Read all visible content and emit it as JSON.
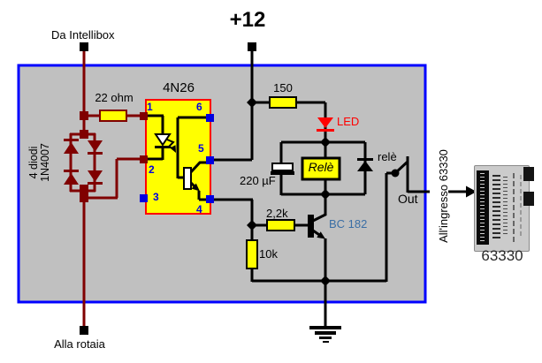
{
  "colors": {
    "board_fill": "#c0c0c0",
    "board_border": "#0000ff",
    "primary_wire": "#000000",
    "track_wire": "#800000",
    "component_fill": "#ffff00",
    "optocoupler_border": "#ff0000",
    "led": "#ff0000",
    "pin_label": "#0000e0",
    "transistor_label": "#3a6ea5"
  },
  "terminals": {
    "top": "Da Intellibox",
    "supply": "+12",
    "bottom": "Alla rotaia",
    "out": "Out"
  },
  "components": {
    "diode_bridge": {
      "label_line1": "4 diodi",
      "label_line2": "1N4007"
    },
    "input_resistor": {
      "value": "22 ohm"
    },
    "optocoupler": {
      "name": "4N26",
      "pin_numbers": {
        "p1": "1",
        "p2": "2",
        "p3": "3",
        "p4": "4",
        "p5": "5",
        "p6": "6"
      }
    },
    "led_resistor": {
      "value": "150"
    },
    "led": {
      "label": "LED"
    },
    "capacitor": {
      "value": "220 µF"
    },
    "relay": {
      "label": "Relè"
    },
    "relay_contact": {
      "label": "relè"
    },
    "base_resistor": {
      "value": "2,2k"
    },
    "pulldown_resistor": {
      "value": "10k"
    },
    "transistor": {
      "label": "BC 182"
    }
  },
  "module": {
    "arrow_label": "All'ingresso 63330",
    "caption": "63330"
  }
}
